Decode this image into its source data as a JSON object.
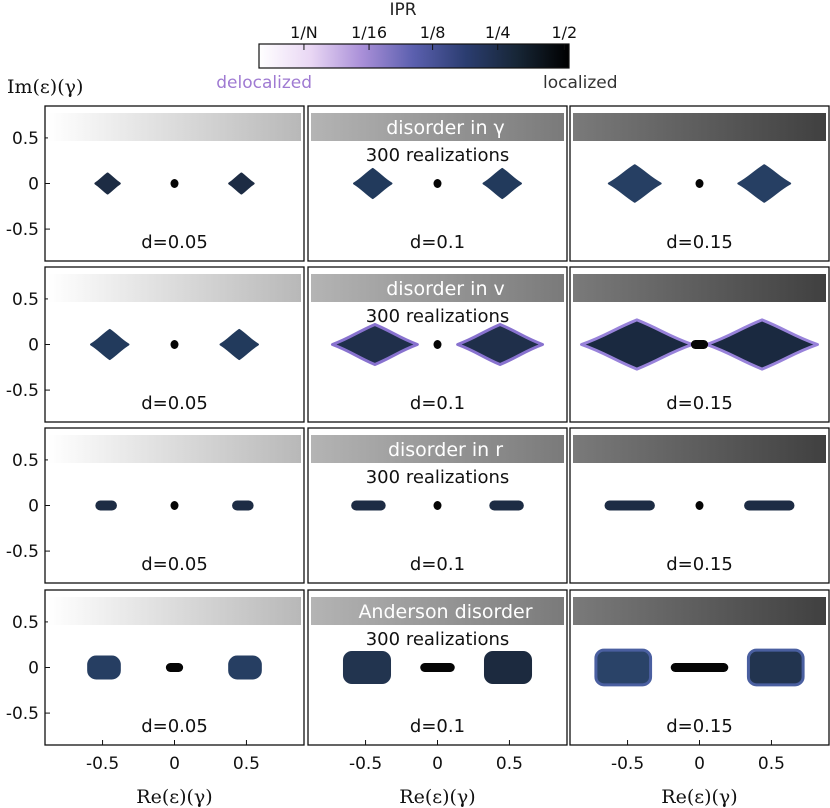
{
  "colorbar": {
    "title": "IPR",
    "ticks": [
      "1/N",
      "1/16",
      "1/8",
      "1/4",
      "1/2"
    ],
    "left_label": "delocalized",
    "right_label": "localized",
    "left_label_color": "#9f7ad2",
    "right_label_color": "#333333",
    "gradient": [
      "#ffffff",
      "#e9d7f4",
      "#a98fd8",
      "#5a5fae",
      "#2b3d70",
      "#172636",
      "#000000"
    ]
  },
  "row_titles": [
    "disorder in γ",
    "disorder in v",
    "disorder in r",
    "Anderson disorder"
  ],
  "realizations_text": "300 realizations",
  "panel_labels": [
    "d=0.05",
    "d=0.1",
    "d=0.15"
  ],
  "ylabel": "Im(ε)(γ)",
  "xlabel": "Re(ε)(γ)",
  "chart_data": {
    "type": "scatter",
    "title": "",
    "xlabel": "Re(ε)(γ)",
    "ylabel": "Im(ε)(γ)",
    "xlim": [
      -0.9,
      0.9
    ],
    "ylim": [
      -0.85,
      0.85
    ],
    "xticks": [
      -0.5,
      0,
      0.5
    ],
    "xtick_labels": [
      "-0.5",
      "0",
      "0.5"
    ],
    "yticks": [
      0.5,
      0,
      -0.5
    ],
    "ytick_labels": [
      "0.5",
      "0",
      "-0.5"
    ],
    "rows": [
      {
        "title": "disorder in γ",
        "panels": [
          {
            "d": 0.05,
            "bands": [
              {
                "xmin": -0.55,
                "xmax": -0.38,
                "half_height": 0.11,
                "shape": "diamond",
                "ipr_color": "#1d2c44"
              },
              {
                "xmin": 0.38,
                "xmax": 0.55,
                "half_height": 0.11,
                "shape": "diamond",
                "ipr_color": "#1d2c44"
              }
            ],
            "center": {
              "xmin": -0.01,
              "xmax": 0.01
            }
          },
          {
            "d": 0.1,
            "bands": [
              {
                "xmin": -0.58,
                "xmax": -0.32,
                "half_height": 0.16,
                "shape": "diamond",
                "ipr_color": "#223a5c"
              },
              {
                "xmin": 0.32,
                "xmax": 0.58,
                "half_height": 0.16,
                "shape": "diamond",
                "ipr_color": "#223a5c"
              }
            ],
            "center": {
              "xmin": -0.01,
              "xmax": 0.01
            }
          },
          {
            "d": 0.15,
            "bands": [
              {
                "xmin": -0.63,
                "xmax": -0.27,
                "half_height": 0.2,
                "shape": "diamond",
                "ipr_color": "#263f63"
              },
              {
                "xmin": 0.27,
                "xmax": 0.63,
                "half_height": 0.2,
                "shape": "diamond",
                "ipr_color": "#263f63"
              }
            ],
            "center": {
              "xmin": -0.01,
              "xmax": 0.01
            }
          }
        ]
      },
      {
        "title": "disorder in v",
        "panels": [
          {
            "d": 0.05,
            "bands": [
              {
                "xmin": -0.58,
                "xmax": -0.32,
                "half_height": 0.16,
                "shape": "diamond",
                "ipr_color": "#223a5c"
              },
              {
                "xmin": 0.32,
                "xmax": 0.58,
                "half_height": 0.16,
                "shape": "diamond",
                "ipr_color": "#223a5c"
              }
            ],
            "center": {
              "xmin": -0.01,
              "xmax": 0.01
            }
          },
          {
            "d": 0.1,
            "bands": [
              {
                "xmin": -0.73,
                "xmax": -0.14,
                "half_height": 0.22,
                "shape": "diamond",
                "ipr_color": "#1f2f4a",
                "edge_color": "#8872cf"
              },
              {
                "xmin": 0.14,
                "xmax": 0.73,
                "half_height": 0.22,
                "shape": "diamond",
                "ipr_color": "#1f2f4a",
                "edge_color": "#8872cf"
              }
            ],
            "center": {
              "xmin": -0.01,
              "xmax": 0.01
            }
          },
          {
            "d": 0.15,
            "bands": [
              {
                "xmin": -0.82,
                "xmax": -0.05,
                "half_height": 0.27,
                "shape": "diamond",
                "ipr_color": "#1a2940",
                "edge_color": "#9882da"
              },
              {
                "xmin": 0.05,
                "xmax": 0.82,
                "half_height": 0.27,
                "shape": "diamond",
                "ipr_color": "#1a2940",
                "edge_color": "#9882da"
              }
            ],
            "center": {
              "xmin": -0.06,
              "xmax": 0.06
            }
          }
        ]
      },
      {
        "title": "disorder in r",
        "panels": [
          {
            "d": 0.05,
            "bands": [
              {
                "xmin": -0.55,
                "xmax": -0.4,
                "half_height": 0.025,
                "shape": "line",
                "ipr_color": "#1d2c44"
              },
              {
                "xmin": 0.4,
                "xmax": 0.55,
                "half_height": 0.025,
                "shape": "line",
                "ipr_color": "#1d2c44"
              }
            ],
            "center": {
              "xmin": -0.01,
              "xmax": 0.01
            }
          },
          {
            "d": 0.1,
            "bands": [
              {
                "xmin": -0.6,
                "xmax": -0.36,
                "half_height": 0.025,
                "shape": "line",
                "ipr_color": "#1d2c44"
              },
              {
                "xmin": 0.36,
                "xmax": 0.6,
                "half_height": 0.025,
                "shape": "line",
                "ipr_color": "#1d2c44"
              }
            ],
            "center": {
              "xmin": -0.01,
              "xmax": 0.01
            }
          },
          {
            "d": 0.15,
            "bands": [
              {
                "xmin": -0.66,
                "xmax": -0.31,
                "half_height": 0.025,
                "shape": "line",
                "ipr_color": "#1d2c44"
              },
              {
                "xmin": 0.31,
                "xmax": 0.66,
                "half_height": 0.025,
                "shape": "line",
                "ipr_color": "#1d2c44"
              }
            ],
            "center": {
              "xmin": -0.01,
              "xmax": 0.01
            }
          }
        ]
      },
      {
        "title": "Anderson disorder",
        "panels": [
          {
            "d": 0.05,
            "bands": [
              {
                "xmin": -0.6,
                "xmax": -0.38,
                "half_height": 0.12,
                "shape": "rect",
                "ipr_color": "#263e62"
              },
              {
                "xmin": 0.38,
                "xmax": 0.6,
                "half_height": 0.12,
                "shape": "rect",
                "ipr_color": "#263e62"
              }
            ],
            "center": {
              "xmin": -0.06,
              "xmax": 0.06
            }
          },
          {
            "d": 0.1,
            "bands": [
              {
                "xmin": -0.65,
                "xmax": -0.33,
                "half_height": 0.17,
                "shape": "rect",
                "ipr_color": "#22344f"
              },
              {
                "xmin": 0.33,
                "xmax": 0.65,
                "half_height": 0.17,
                "shape": "rect",
                "ipr_color": "#1c2a3f"
              }
            ],
            "center": {
              "xmin": -0.12,
              "xmax": 0.12
            }
          },
          {
            "d": 0.15,
            "bands": [
              {
                "xmin": -0.72,
                "xmax": -0.34,
                "half_height": 0.19,
                "shape": "rect",
                "ipr_color": "#2a4368",
                "edge_color": "#4a5fa0"
              },
              {
                "xmin": 0.34,
                "xmax": 0.72,
                "half_height": 0.19,
                "shape": "rect",
                "ipr_color": "#22344f",
                "edge_color": "#4a5fa0"
              }
            ],
            "center": {
              "xmin": -0.2,
              "xmax": 0.2
            }
          }
        ]
      }
    ]
  }
}
